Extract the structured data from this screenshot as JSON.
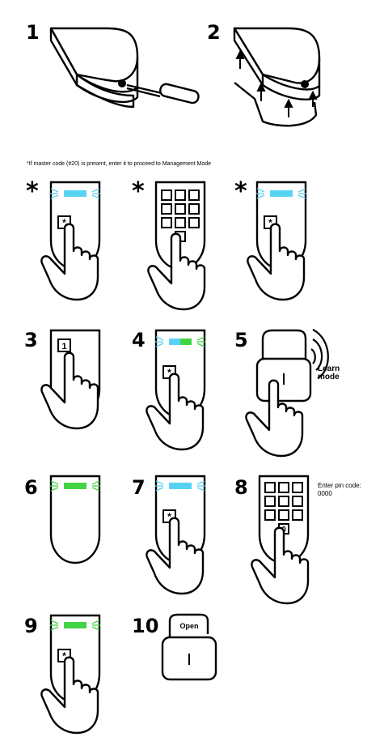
{
  "steps": {
    "s1": "1",
    "s2": "2",
    "s3": "3",
    "s4": "4",
    "s5": "5",
    "s6": "6",
    "s7": "7",
    "s8": "8",
    "s9": "9",
    "s10": "10"
  },
  "star_symbol": "*",
  "note": "*If master code (#20) is present, enter it to proceed to Management Mode",
  "key_star": "*",
  "key_one": "1",
  "key_zero": "0",
  "learn_mode": {
    "line1": "Learn",
    "line2": "mode"
  },
  "pin_prompt": {
    "line1": "Enter pin code:",
    "line2": "0000"
  },
  "open_label": "Open",
  "colors": {
    "blue_led": "#57d3f2",
    "green_led": "#43d443",
    "ink": "#000000"
  }
}
